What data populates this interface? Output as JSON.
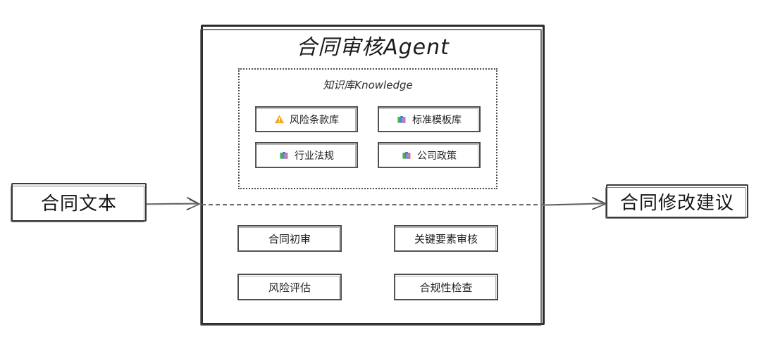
{
  "diagram": {
    "title": "合同审核Agent",
    "type": "flow-diagram",
    "input": {
      "label": "合同文本"
    },
    "output": {
      "label": "合同修改建议"
    },
    "agent": {
      "title": "合同审核Agent",
      "knowledge": {
        "title": "知识库Knowledge",
        "items": [
          {
            "label": "风险条款库",
            "icon": "warning-icon"
          },
          {
            "label": "标准模板库",
            "icon": "books-icon"
          },
          {
            "label": "行业法规",
            "icon": "books-icon"
          },
          {
            "label": "公司政策",
            "icon": "books-icon"
          }
        ]
      },
      "capabilities": [
        {
          "label": "合同初审"
        },
        {
          "label": "关键要素审核"
        },
        {
          "label": "风险评估"
        },
        {
          "label": "合规性检查"
        }
      ]
    },
    "connectors": [
      {
        "name": "input-arrow",
        "from": "合同文本",
        "to": "合同审核Agent",
        "style": "solid-arrow"
      },
      {
        "name": "output-arrow",
        "from": "合同审核Agent",
        "to": "合同修改建议",
        "style": "solid-arrow"
      }
    ],
    "colors": {
      "stroke": "#2b2b2b",
      "inner_stroke": "#4a4a4a",
      "dotted_stroke": "#4c4c4c",
      "dashed_separator": "#6d6d6d",
      "text": "#1f1f1f",
      "warning_icon": "#f5a623",
      "books_icon_green": "#4caf50",
      "books_icon_blue": "#3f7fd0",
      "books_icon_red": "#e04b4b",
      "background": "#ffffff"
    }
  }
}
